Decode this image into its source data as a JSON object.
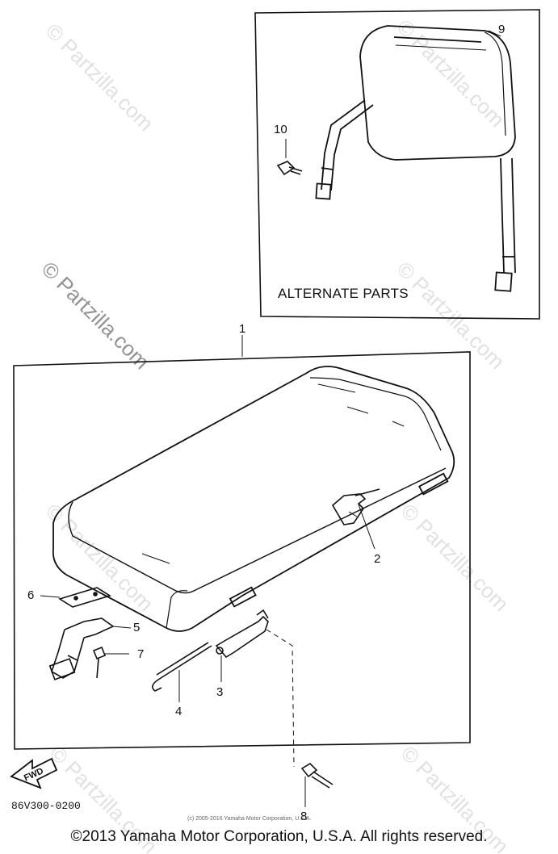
{
  "diagram": {
    "alternate_parts_label": "ALTERNATE PARTS",
    "diagram_code": "86V300-0200",
    "fwd_label": "FWD",
    "small_copyright": "(c) 2005-2016 Yamaha Motor Corporation, U.S.A.",
    "callouts": [
      "1",
      "2",
      "3",
      "4",
      "5",
      "6",
      "7",
      "8",
      "9",
      "10"
    ]
  },
  "watermark": {
    "text": "© Partzilla.com"
  },
  "footer": {
    "copyright": "©2013 Yamaha Motor Corporation, U.S.A. All rights reserved."
  }
}
